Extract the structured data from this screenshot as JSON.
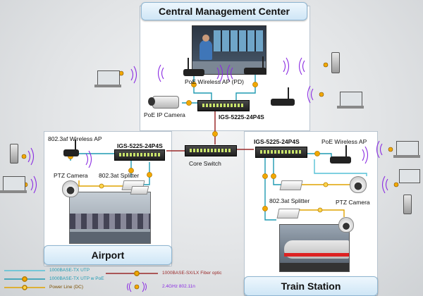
{
  "center": {
    "title": "Central Management Center",
    "pd_ap": "PoE Wireless AP (PD)",
    "ip_camera": "PoE IP Camera",
    "switch": "IGS-5225-24P4S"
  },
  "core": {
    "label": "Core Switch"
  },
  "airport": {
    "title": "Airport",
    "wireless_ap": "802.3af Wireless AP",
    "switch": "IGS-5225-24P4S",
    "ptz_camera": "PTZ Camera",
    "splitter": "802.3at Splitter"
  },
  "train": {
    "title": "Train Station",
    "switch": "IGS-5225-24P4S",
    "wireless_ap": "PoE Wireless AP",
    "splitter": "802.3at Splitter",
    "ptz_camera": "PTZ Camera"
  },
  "legend": {
    "utp": "1000BASE-TX UTP",
    "utp_poe": "1000BASE-TX UTP w PoE",
    "power": "Power Line (DC)",
    "fiber": "1000BASE-SX/LX Fiber optic",
    "wifi": "2.4GHz 802.11n"
  },
  "colors": {
    "utp": "#55c1d6",
    "utp_poe": "#1e9ab2",
    "power": "#e0a300",
    "fiber": "#9a2a2a",
    "wifi": "#8a2be2",
    "title_bg": "#cfe6f6"
  },
  "icons": [
    "wireless-ap-icon",
    "ip-camera-icon",
    "ptz-camera-icon",
    "laptop-icon",
    "pda-icon",
    "switch-icon",
    "splitter-icon",
    "wifi-icon",
    "poe-marker-icon"
  ]
}
